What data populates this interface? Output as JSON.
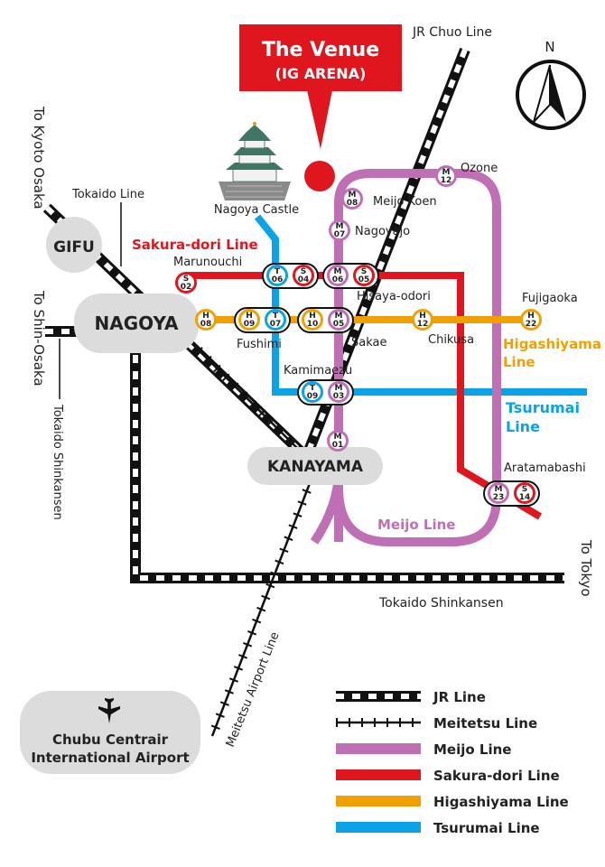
{
  "colors": {
    "meijo": "#bf6fb3",
    "sakura": "#e0161f",
    "higashiyama": "#f0a000",
    "tsurumai": "#0aa3e6",
    "venue": "#e0161f",
    "city_box": "#dcdcdc"
  },
  "venue": {
    "title": "The Venue",
    "subtitle": "(IG ARENA)"
  },
  "compass": {
    "label": "N"
  },
  "cities": {
    "gifu": "GIFU",
    "nagoya": "NAGOYA",
    "kanayama": "KANAYAMA",
    "airport_line1": "Chubu Centrair",
    "airport_line2": "International Airport",
    "airport_icon": "airplane-icon"
  },
  "directions": {
    "kyoto": "To Kyoto Osaka",
    "shin_osaka": "To Shin-Osaka",
    "tokyo": "To Tokyo"
  },
  "line_labels": {
    "jr_chuo": "JR Chuo Line",
    "tokaido": "Tokaido Line",
    "tokaido_shinkansen_v": "Tokaido Shinkansen",
    "tokaido_shinkansen_h": "Tokaido Shinkansen",
    "meitetsu_airport": "Meitetsu Airport Line",
    "sakura": "Sakura-dori Line",
    "higashiyama_1": "Higashiyama",
    "higashiyama_2": "Line",
    "tsurumai_1": "Tsurumai",
    "tsurumai_2": "Line",
    "meijo": "Meijo Line"
  },
  "places": {
    "castle": "Nagoya Castle",
    "castle_icon": "castle-icon"
  },
  "stations": {
    "ozone": "Ozone",
    "meijo_koen": "Meijo Koen",
    "nagoyajo": "Nagoyajo",
    "marunouchi": "Marunouchi",
    "hisaya_odori": "Hisaya-odori",
    "fujigaoka": "Fujigaoka",
    "fushimi": "Fushimi",
    "sakae": "Sakae",
    "chikusa": "Chikusa",
    "kamimaezu": "Kamimaezu",
    "aratamabashi": "Aratamabashi"
  },
  "station_codes": {
    "m12": [
      "M",
      "12"
    ],
    "m08": [
      "M",
      "08"
    ],
    "m07": [
      "M",
      "07"
    ],
    "s02": [
      "S",
      "02"
    ],
    "t06": [
      "T",
      "06"
    ],
    "s04": [
      "S",
      "04"
    ],
    "m06": [
      "M",
      "06"
    ],
    "s05": [
      "S",
      "05"
    ],
    "h08": [
      "H",
      "08"
    ],
    "h09": [
      "H",
      "09"
    ],
    "t07": [
      "T",
      "07"
    ],
    "h10": [
      "H",
      "10"
    ],
    "m05": [
      "M",
      "05"
    ],
    "h12": [
      "H",
      "12"
    ],
    "h22": [
      "H",
      "22"
    ],
    "t09": [
      "T",
      "09"
    ],
    "m03": [
      "M",
      "03"
    ],
    "m01": [
      "M",
      "01"
    ],
    "m23": [
      "M",
      "23"
    ],
    "s14": [
      "S",
      "14"
    ]
  },
  "legend": [
    {
      "label": "JR Line",
      "style": "jr"
    },
    {
      "label": "Meitetsu Line",
      "style": "meitetsu"
    },
    {
      "label": "Meijo Line",
      "style": "meijo"
    },
    {
      "label": "Sakura-dori Line",
      "style": "sakura"
    },
    {
      "label": "Higashiyama Line",
      "style": "higashiyama"
    },
    {
      "label": "Tsurumai Line",
      "style": "tsurumai"
    }
  ]
}
